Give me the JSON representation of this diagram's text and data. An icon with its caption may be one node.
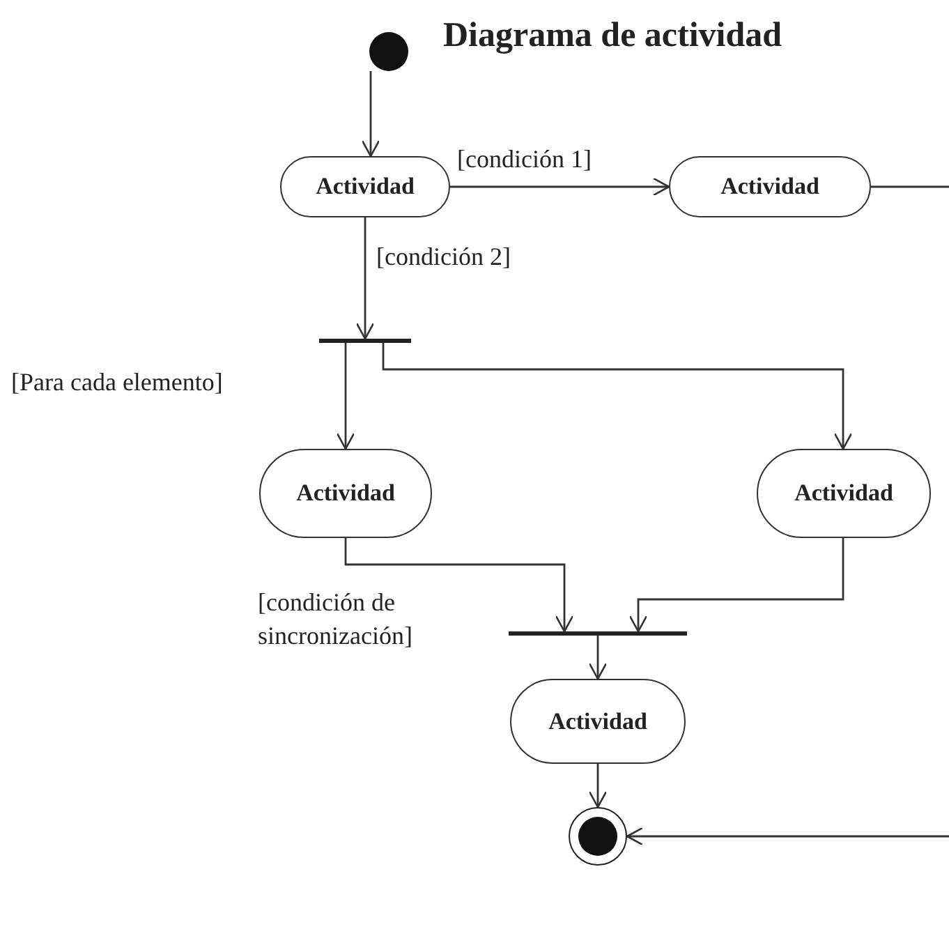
{
  "diagram": {
    "title": "Diagrama de actividad",
    "nodes": [
      {
        "text": [],
        "shape": "circle"
      },
      {
        "text": [
          "Actividad"
        ]
      },
      {
        "text": [
          "Actividad"
        ]
      },
      {
        "text": [],
        "shape": "bar"
      },
      {
        "text": [
          "Actividad"
        ]
      },
      {
        "text": [
          "Actividad"
        ]
      },
      {
        "text": [],
        "shape": "bar"
      },
      {
        "text": [
          "Actividad"
        ]
      },
      {
        "text": [],
        "shape": "circle"
      }
    ],
    "edges": [
      {
        "from": 0,
        "to": 1,
        "arrow": "to"
      },
      {
        "from": 1,
        "to": 2,
        "arrow": "to",
        "label": "[condición 1]"
      },
      {
        "from": 2,
        "to": null,
        "arrow": "none"
      },
      {
        "from": 1,
        "to": 3,
        "arrow": "to",
        "label": "[condición 2]"
      },
      {
        "from": 3,
        "to": 4,
        "arrow": "to"
      },
      {
        "from": 3,
        "to": 5,
        "arrow": "to"
      },
      {
        "from": 4,
        "to": 6,
        "arrow": "to"
      },
      {
        "from": 5,
        "to": 6,
        "arrow": "to"
      },
      {
        "from": 6,
        "to": 7,
        "arrow": "to"
      },
      {
        "from": 7,
        "to": 8,
        "arrow": "to"
      },
      {
        "from": null,
        "to": 8,
        "arrow": "to"
      }
    ],
    "labels": [
      "[Para cada elemento]",
      "[condición de sincronización]"
    ]
  }
}
